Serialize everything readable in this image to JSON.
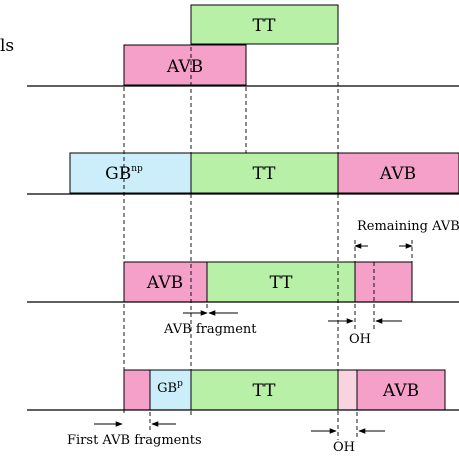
{
  "diagram": {
    "truncated_left_label": "ls",
    "row1": {
      "tt": "TT",
      "avb": "AVB"
    },
    "row2": {
      "gb": "GB",
      "gb_sup": "np",
      "tt": "TT",
      "avb": "AVB"
    },
    "row3": {
      "avb": "AVB",
      "tt": "TT",
      "remaining": "Remaining AVB",
      "fragment": "AVB fragment",
      "oh": "OH"
    },
    "row4": {
      "gb": "GB",
      "gb_sup": "p",
      "tt": "TT",
      "avb": "AVB",
      "first_fragments": "First AVB fragments",
      "oh": "OH"
    },
    "colors": {
      "avb": "#f4a0c8",
      "tt": "#b8f0a8",
      "gb": "#cceefa",
      "oh": "#f8d4e0"
    }
  }
}
